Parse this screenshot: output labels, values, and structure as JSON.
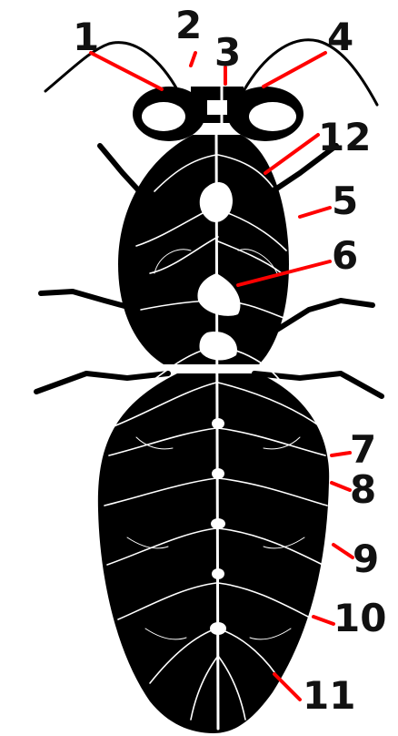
{
  "diagram": {
    "background": "#ffffff",
    "body_color": "#000000",
    "nerve_color": "#ffffff",
    "leader_color": "#ff0000",
    "label_color": "#111111",
    "labels": {
      "l1": "1",
      "l2": "2",
      "l3": "3",
      "l4": "4",
      "l5": "5",
      "l6": "6",
      "l7": "7",
      "l8": "8",
      "l9": "9",
      "l10": "10",
      "l11": "11",
      "l12": "12"
    }
  }
}
